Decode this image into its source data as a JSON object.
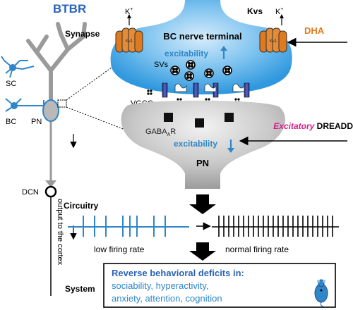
{
  "title": "BTBR",
  "labels": {
    "synapse": "Synapse",
    "circuitry": "Circuitry",
    "system": "System",
    "sc": "SC",
    "bc": "BC",
    "pn_left": "PN",
    "dcn": "DCN",
    "output": "output to the cortex"
  },
  "terminal": {
    "title": "BC nerve terminal",
    "excitability": "excitability",
    "svs": "SVs",
    "vgcc": "VGCC",
    "k_left": "K",
    "k_right": "K",
    "k_sup": "+",
    "kvs": "Kvs",
    "channel_label": "Kv1"
  },
  "pn_cell": {
    "receptor_base": "GABA",
    "receptor_sub": "A",
    "receptor_suffix": "R",
    "excitability": "excitability",
    "label": "PN"
  },
  "interventions": {
    "dha": "DHA",
    "dreadd_italic": "Excitatory",
    "dreadd_rest": " DREADD"
  },
  "firing": {
    "low": "low firing rate",
    "normal": "normal firing rate"
  },
  "system": {
    "heading": "Reverse behavioral deficits in:",
    "line1": "sociability, hyperactivity,",
    "line2": "anxiety, attention, cognition"
  },
  "colors": {
    "blue": "#2f86c8",
    "title_blue": "#2b63b7",
    "orange": "#e07a1f",
    "magenta": "#d41d8c",
    "gray": "#9a9a9a",
    "navy": "#2a2f7a"
  }
}
